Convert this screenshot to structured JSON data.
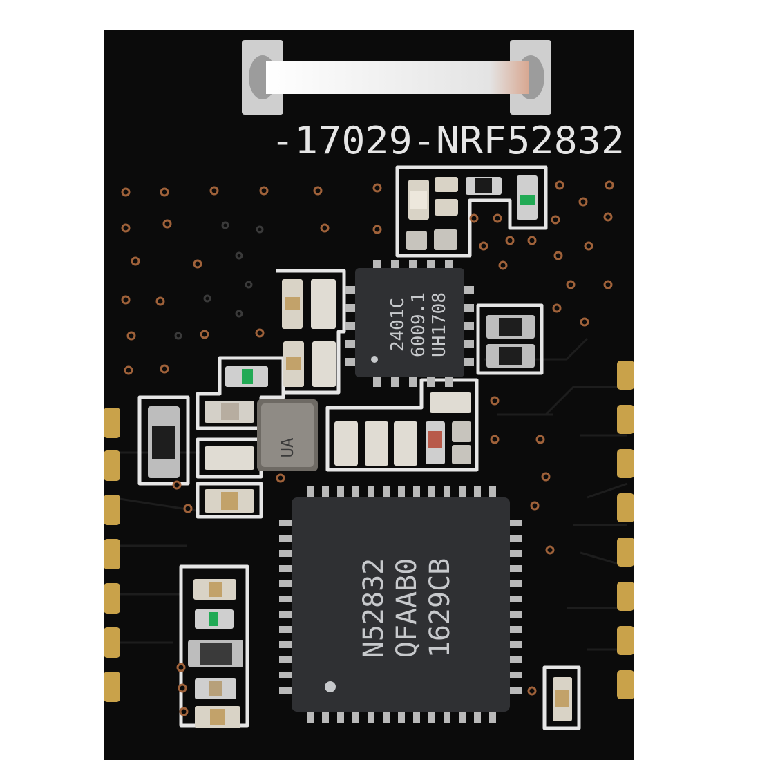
{
  "board": {
    "silkscreen_label": "-17029-NRF52832",
    "colors": {
      "pcb": "#0b0b0b",
      "silkscreen": "#e6e6e6",
      "gold_pad": "#c9a24a",
      "via_ring": "#a0623a",
      "ic_body": "#2f3033",
      "chip_text": "#c7c9cc",
      "crystal": "#8f8b85",
      "background": "#ffffff"
    }
  },
  "chips": {
    "main": {
      "lines": [
        "N52832",
        "QFAAB0",
        "1629CB"
      ]
    },
    "amplifier": {
      "lines": [
        "2401C",
        "6009.1",
        "UH1708"
      ]
    },
    "crystal": {
      "label": "UA"
    }
  }
}
